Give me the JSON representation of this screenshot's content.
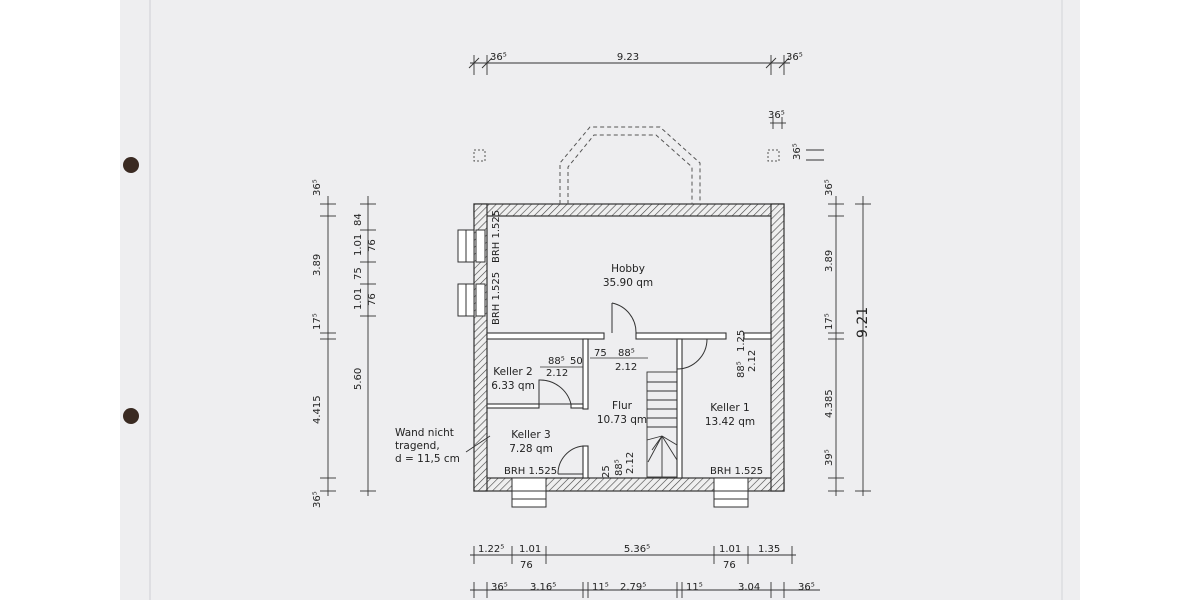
{
  "rooms": {
    "hobby": {
      "name": "Hobby",
      "area": "35.90 qm"
    },
    "keller1": {
      "name": "Keller 1",
      "area": "13.42 qm"
    },
    "keller2": {
      "name": "Keller 2",
      "area": "6.33 qm"
    },
    "keller3": {
      "name": "Keller 3",
      "area": "7.28 qm"
    },
    "flur": {
      "name": "Flur",
      "area": "10.73 qm"
    }
  },
  "annotations": {
    "wall_note": [
      "Wand nicht",
      "tragend,",
      "d = 11,5 cm"
    ],
    "brh": "BRH 1.525",
    "opening_212": "2.12"
  },
  "dimensions": {
    "top": {
      "overall": "9.23",
      "wall": "36⁵"
    },
    "right": {
      "overall": "9.21",
      "inner": [
        "36⁵",
        "3.89",
        "17⁵",
        "4.385",
        "39⁵"
      ],
      "top_small": [
        "36⁵",
        "36⁵"
      ]
    },
    "left": {
      "outer": [
        "36⁵",
        "3.89",
        "17⁵",
        "4.415",
        "36⁵"
      ],
      "total": "5.60",
      "inner": [
        "84",
        "76",
        "1.01",
        "75",
        "76",
        "1.01"
      ]
    },
    "bottom1": [
      "1.22⁵",
      "1.01",
      "5.36⁵",
      "1.01",
      "1.35"
    ],
    "bottom1_sub": [
      "76",
      "76"
    ],
    "bottom2": [
      "36⁵",
      "3.16⁵",
      "11⁵",
      "2.79⁵",
      "11⁵",
      "3.04",
      "36⁵"
    ],
    "interior": {
      "keller2_door": "88⁵",
      "keller2_door_h": "2.12",
      "n50": "50",
      "n75": "75",
      "flur_door": "88⁵",
      "flur_door_h": "2.12",
      "keller1_door": "88⁵",
      "keller1_door_h": "2.12",
      "n125": "1.25",
      "flur_low": "88⁵",
      "flur_low_h": "2.12",
      "n25": "25"
    }
  }
}
